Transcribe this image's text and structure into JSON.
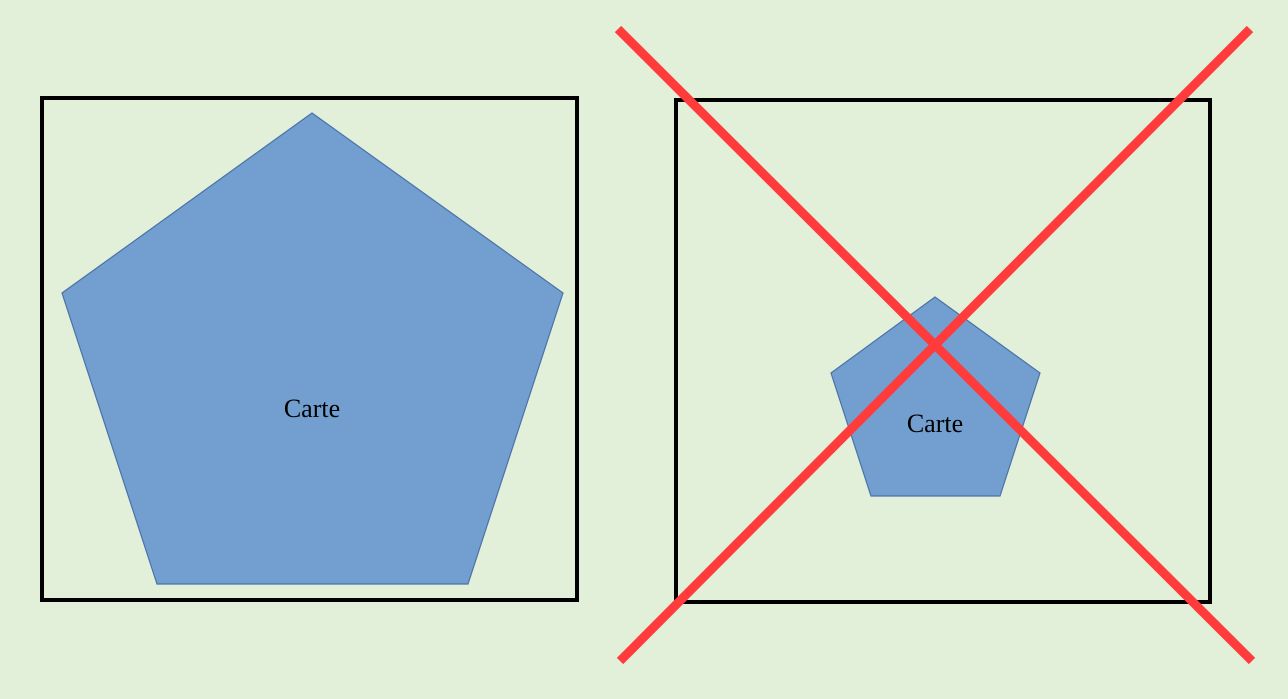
{
  "colors": {
    "background": "#e2efd9",
    "frame_stroke": "#000000",
    "pentagon_fill": "#729fcf",
    "pentagon_stroke": "#4a72a8",
    "cross": "#ff3b3b"
  },
  "panels": [
    {
      "label": "Carte",
      "status": "correct"
    },
    {
      "label": "Carte",
      "status": "incorrect"
    }
  ]
}
